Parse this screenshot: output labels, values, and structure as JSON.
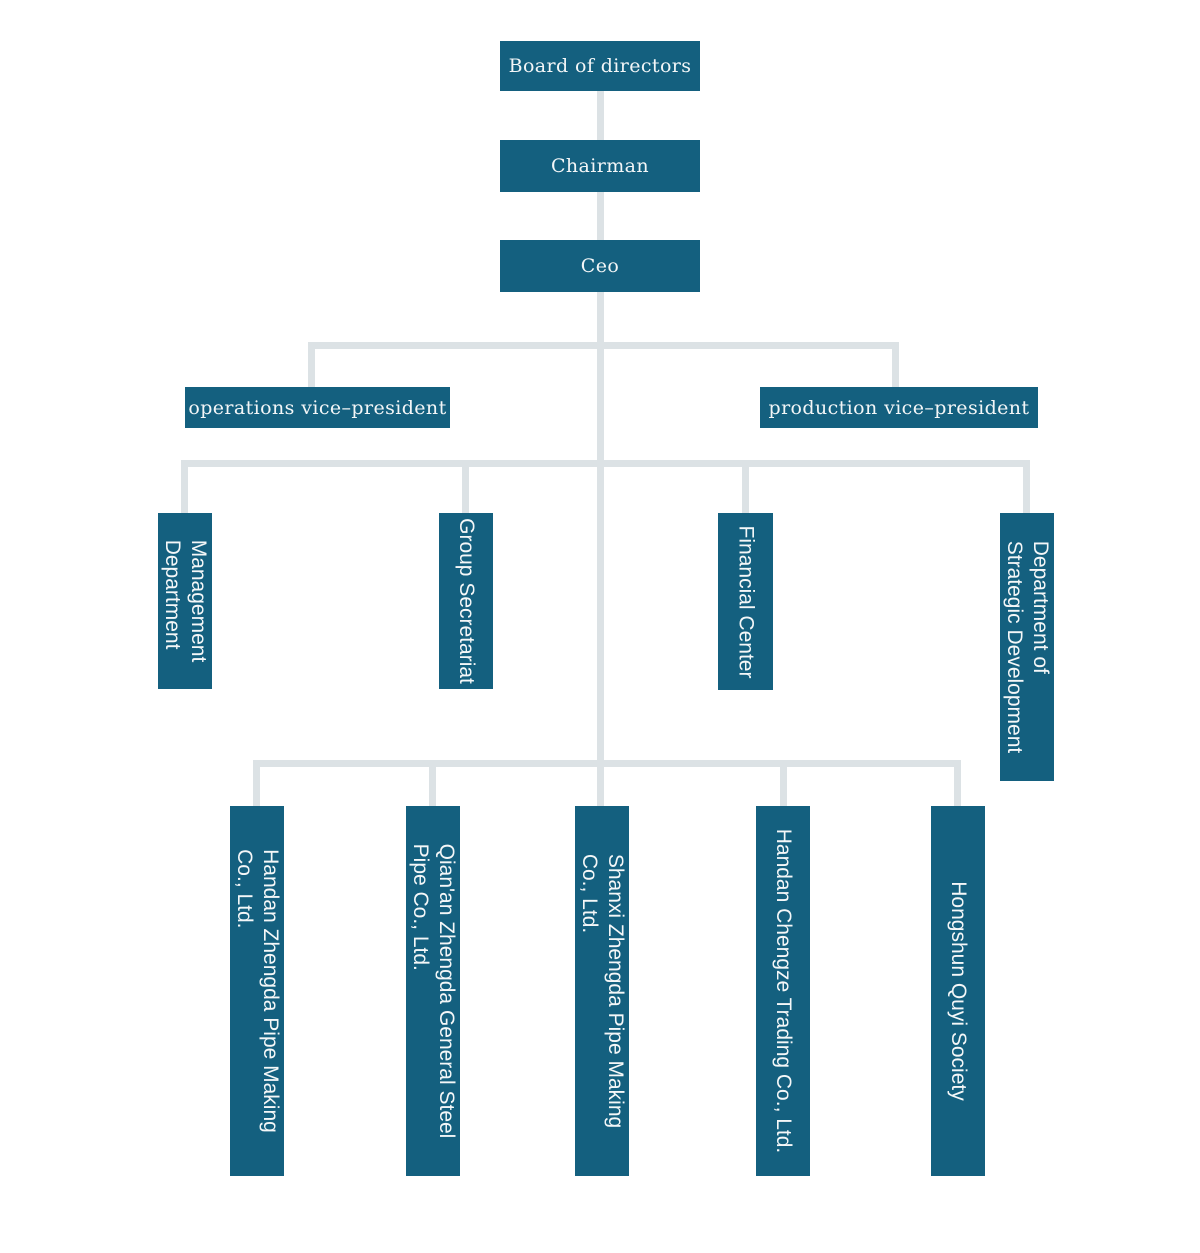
{
  "chart": {
    "type": "org-chart",
    "node_color": "#14607f",
    "node_text_color": "#f4f7f8",
    "connector_color": "#dce2e5",
    "background_color": "#ffffff"
  },
  "nodes": {
    "board": {
      "label": "Board of directors"
    },
    "chairman": {
      "label": "Chairman"
    },
    "ceo": {
      "label": "Ceo"
    },
    "operations_vp": {
      "label": "operations vice–president"
    },
    "production_vp": {
      "label": "production vice–president"
    },
    "management_dept": {
      "label": "Management\nDepartment"
    },
    "group_secretariat": {
      "label": "Group Secretariat"
    },
    "financial_center": {
      "label": "Financial Center"
    },
    "strategic_dept": {
      "label": "Department of\nStrategic Development"
    },
    "handan_zhengda": {
      "label": "Handan Zhengda Pipe Making\nCo., Ltd."
    },
    "qianan_zhengda": {
      "label": "Qian'an Zhengda General Steel\nPipe Co., Ltd."
    },
    "shanxi_zhengda": {
      "label": "Shanxi Zhengda Pipe Making\nCo., Ltd."
    },
    "handan_chengze": {
      "label": "Handan Chengze Trading Co., Ltd."
    },
    "hongshun": {
      "label": "Hongshun Quyi Society"
    }
  },
  "structure": {
    "root": "board",
    "edges": [
      [
        "board",
        "chairman"
      ],
      [
        "chairman",
        "ceo"
      ],
      [
        "ceo",
        "operations_vp"
      ],
      [
        "ceo",
        "production_vp"
      ],
      [
        "ceo",
        "management_dept"
      ],
      [
        "ceo",
        "group_secretariat"
      ],
      [
        "ceo",
        "financial_center"
      ],
      [
        "ceo",
        "strategic_dept"
      ],
      [
        "ceo",
        "handan_zhengda"
      ],
      [
        "ceo",
        "qianan_zhengda"
      ],
      [
        "ceo",
        "shanxi_zhengda"
      ],
      [
        "ceo",
        "handan_chengze"
      ],
      [
        "ceo",
        "hongshun"
      ]
    ]
  }
}
